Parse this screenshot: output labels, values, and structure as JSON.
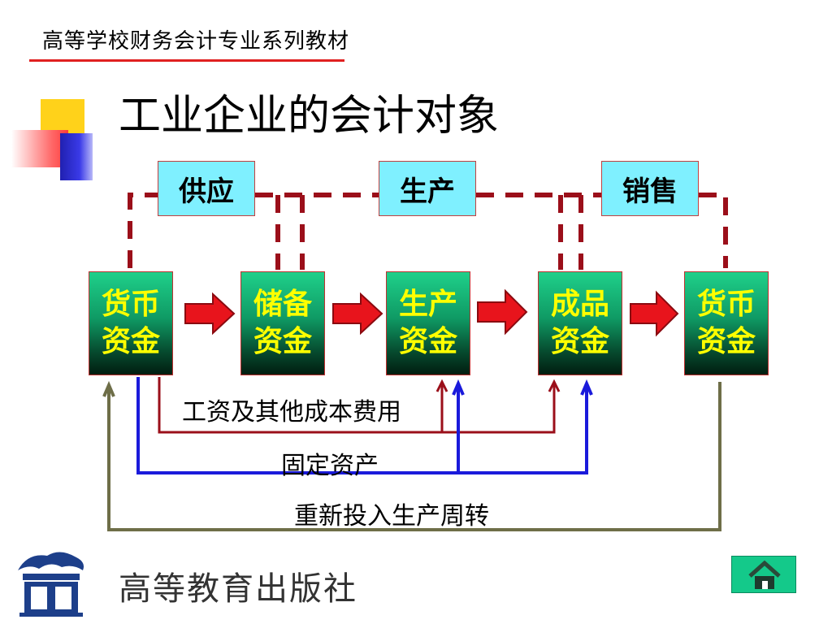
{
  "header": {
    "series_title": "高等学校财务会计专业系列教材",
    "slide_title": "工业企业的会计对象"
  },
  "stages": [
    {
      "label": "供应"
    },
    {
      "label": "生产"
    },
    {
      "label": "销售"
    }
  ],
  "funds": [
    {
      "line1": "货币",
      "line2": "资金"
    },
    {
      "line1": "储备",
      "line2": "资金"
    },
    {
      "line1": "生产",
      "line2": "资金"
    },
    {
      "line1": "成品",
      "line2": "资金"
    },
    {
      "line1": "货币",
      "line2": "资金"
    }
  ],
  "flows": {
    "wages": "工资及其他成本费用",
    "fixed_assets": "固定资产",
    "reinvest": "重新投入生产周转"
  },
  "footer": {
    "publisher": "高等教育出版社"
  },
  "colors": {
    "stage_fill": "#7ff0ff",
    "fund_text": "#ffff00",
    "dash_line": "#9b0f1a",
    "arrow_red": "#e8141c",
    "blue_line": "#1a1adb",
    "olive_line": "#7a7a52",
    "wage_line": "#9b0f1a"
  },
  "icons": [
    "dragon-logo-icon",
    "home-icon",
    "right-arrow-icon"
  ]
}
